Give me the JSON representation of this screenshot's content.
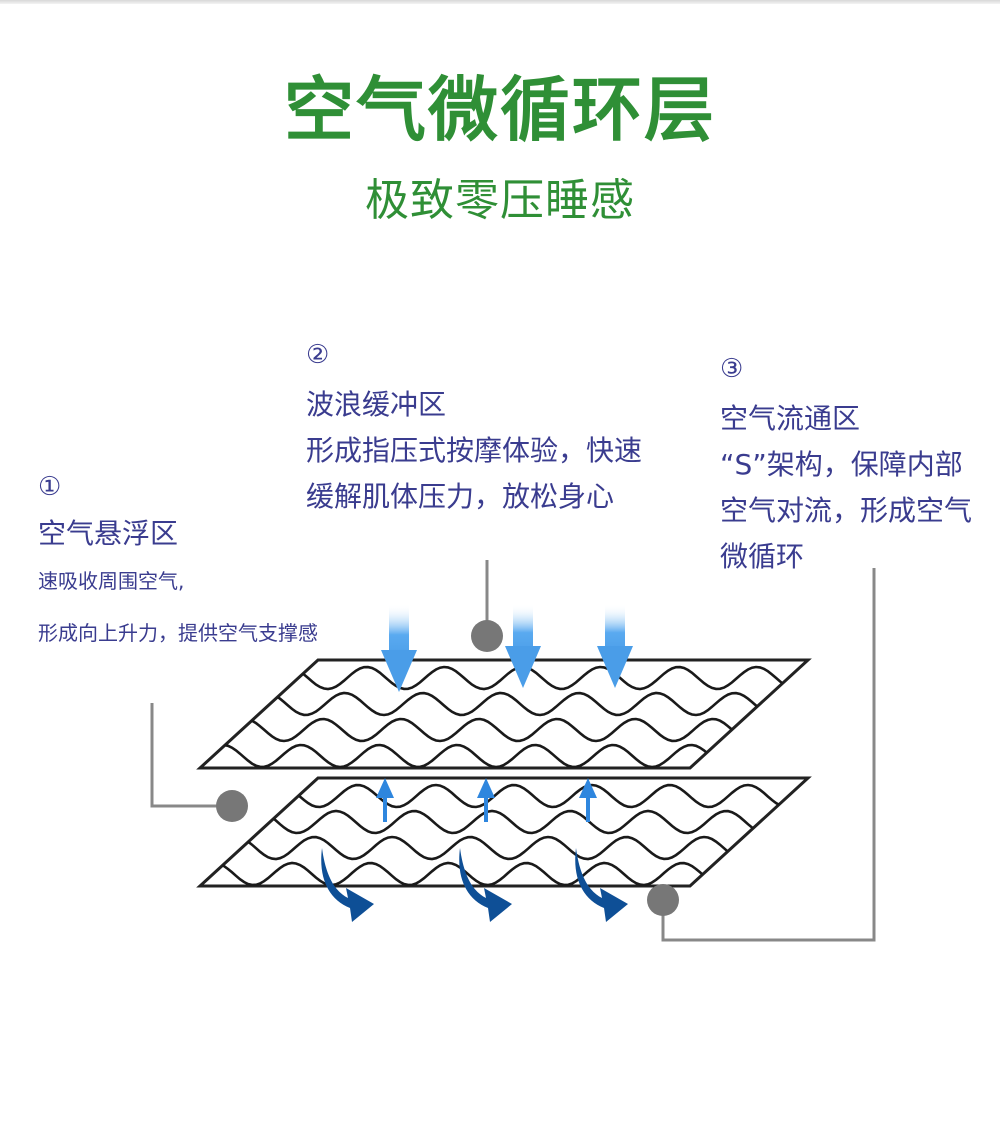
{
  "title": "空气微循环层",
  "subtitle": "极致零压睡感",
  "callouts": [
    {
      "number": "①",
      "heading": "空气悬浮区",
      "lines": [
        "速吸收周围空气,",
        "形成向上升力，提供空气支撑感"
      ]
    },
    {
      "number": "②",
      "heading": "波浪缓冲区",
      "lines": [
        "形成指压式按摩体验，快速",
        "缓解肌体压力，放松身心"
      ]
    },
    {
      "number": "③",
      "heading": "空气流通区",
      "lines": [
        "“S”架构，保障内部",
        "空气对流，形成空气",
        "微循环"
      ]
    }
  ],
  "colors": {
    "title_green": "#2f8f36",
    "callout_text": "#3a3c8f",
    "down_arrow_light_blue": "#5aaaf0",
    "up_arrow_blue": "#2e86de",
    "curved_arrow_dark_blue": "#0e4f96",
    "leader_line_gray": "#888888",
    "leader_dot_gray": "#777777"
  }
}
